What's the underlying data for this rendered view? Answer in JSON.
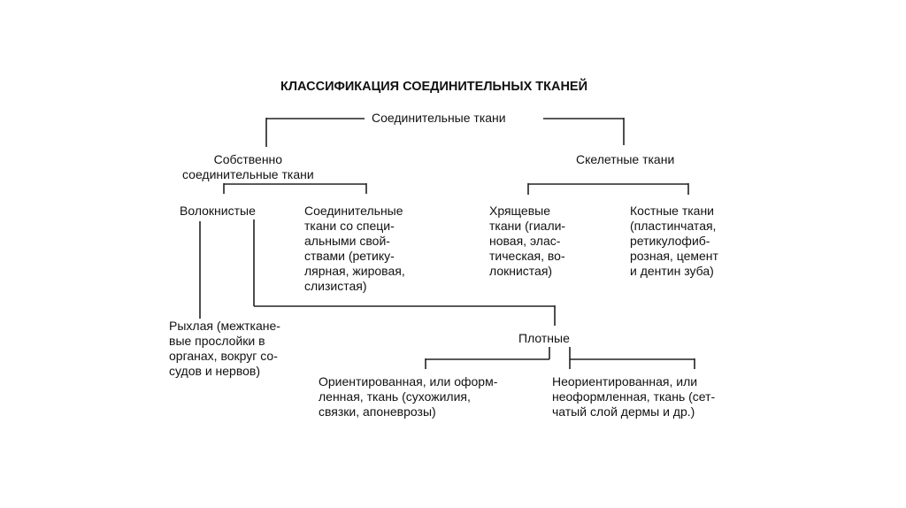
{
  "title": "КЛАССИФИКАЦИЯ СОЕДИНИТЕЛЬНЫХ ТКАНЕЙ",
  "root": "Соединительные ткани",
  "proper": "Собственно\nсоединительные ткани",
  "skeletal": "Скелетные ткани",
  "fibrous": "Волокнистые",
  "special": "Соединительные\nткани со специ-\nальными свой-\nствами (ретику-\nлярная, жировая,\nслизистая)",
  "cartilage": "Хрящевые\nткани (гиали-\nновая, элас-\nтическая, во-\nлокнистая)",
  "bone": "Костные ткани\n(пластинчатая,\nретикулофиб-\nрозная, цемент\nи дентин зуба)",
  "loose": "Рыхлая (межткане-\nвые прослойки в\nорганах, вокруг со-\nсудов и нервов)",
  "dense": "Плотные",
  "oriented": "Ориентированная, или оформ-\nленная, ткань (сухожилия,\nсвязки, апоневрозы)",
  "nonoriented": "Неориентированная, или\nнеоформленная, ткань (сет-\nчатый слой дермы и др.)"
}
